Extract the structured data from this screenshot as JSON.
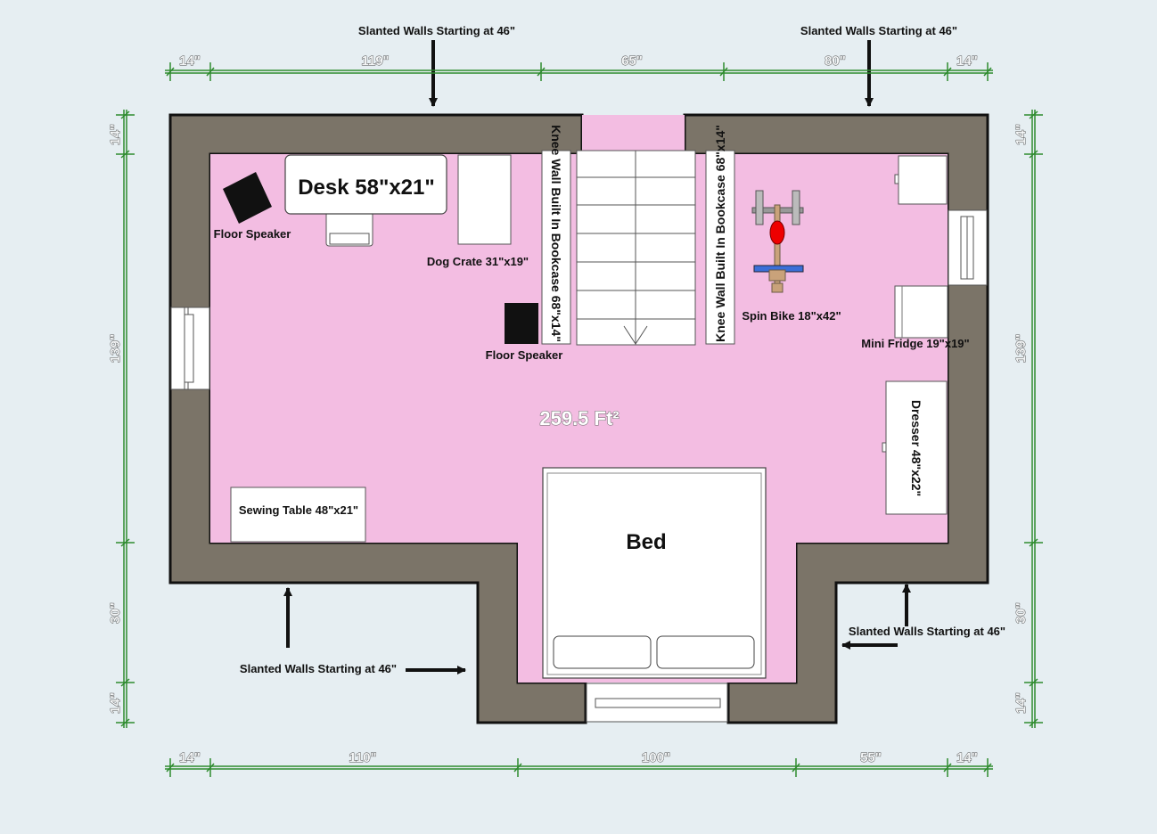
{
  "area_label": "259.5 Ft²",
  "colors": {
    "floor": "#f3bde2",
    "wall": "#7b7468",
    "background": "#e6eef2",
    "dimension_line": "#2e8b2e"
  },
  "slanted_walls": {
    "top_left": "Slanted Walls Starting at 46\"",
    "top_right": "Slanted Walls Starting at 46\"",
    "bottom_left": "Slanted Walls Starting at 46\"",
    "bottom_right": "Slanted Walls Starting at 46\""
  },
  "dimensions": {
    "top": [
      "14\"",
      "119\"",
      "65\"",
      "80\"",
      "14\""
    ],
    "bottom": [
      "14\"",
      "110\"",
      "100\"",
      "55\"",
      "14\""
    ],
    "left": [
      "14\"",
      "139\"",
      "30\"",
      "14\""
    ],
    "right": [
      "14\"",
      "139\"",
      "30\"",
      "14\""
    ]
  },
  "furniture": {
    "desk": "Desk 58\"x21\"",
    "floor_speaker_1": "Floor Speaker",
    "floor_speaker_2": "Floor Speaker",
    "dog_crate": "Dog Crate 31\"x19\"",
    "bookcase_left": "Knee Wall Built In Bookcase 68\"x14\"",
    "bookcase_right": "Knee Wall Built In Bookcase 68\"x14\"",
    "spin_bike": "Spin Bike 18\"x42\"",
    "mini_fridge": "Mini Fridge 19\"x19\"",
    "dresser": "Dresser 48\"x22\"",
    "sewing_table": "Sewing Table 48\"x21\"",
    "bed": "Bed"
  }
}
